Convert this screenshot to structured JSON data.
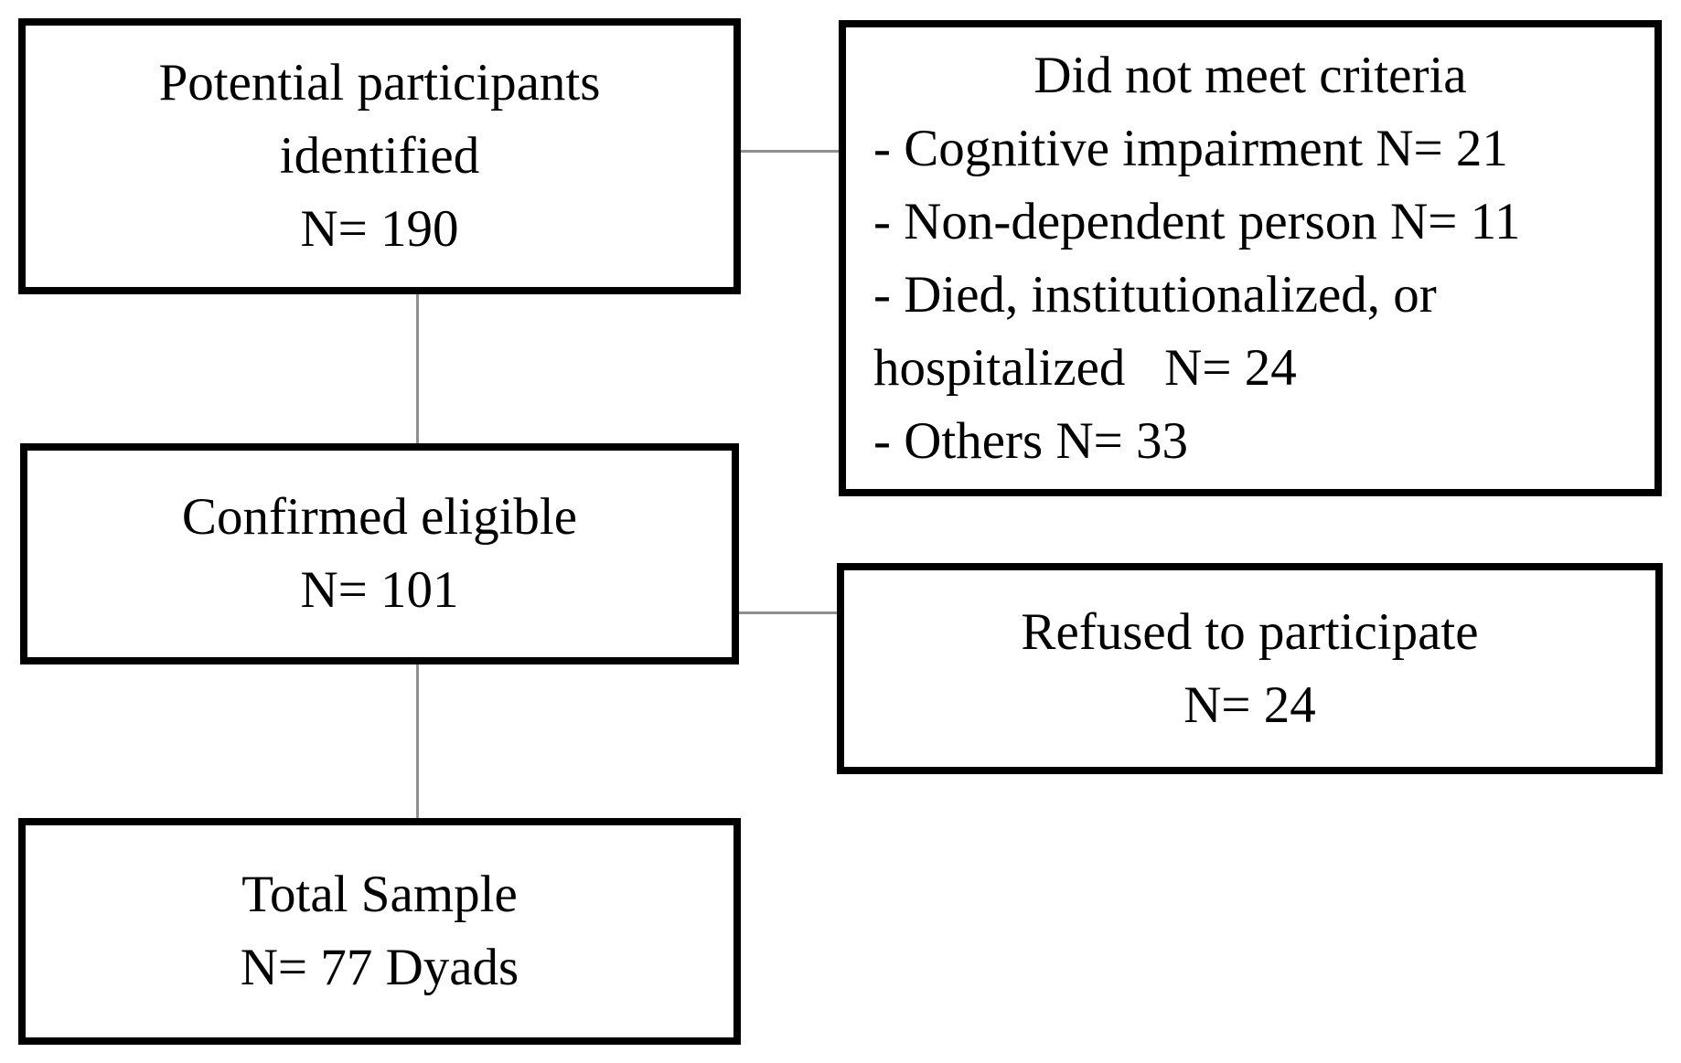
{
  "theme": {
    "background": "#ffffff",
    "box_fill": "#ffffff",
    "box_border_color": "#000000",
    "connector_color": "#8f8f8f",
    "text_color": "#000000"
  },
  "boxes": {
    "potential": {
      "lines": [
        "Potential participants",
        "identified",
        "N= 190"
      ]
    },
    "criteria": {
      "title": "Did not meet criteria",
      "items": [
        "- Cognitive impairment N= 21",
        "- Non-dependent person N= 11",
        "- Died, institutionalized, or",
        "hospitalized   N= 24",
        "- Others N= 33"
      ]
    },
    "eligible": {
      "lines": [
        "Confirmed eligible",
        "N= 101"
      ]
    },
    "refused": {
      "lines": [
        "Refused to participate",
        "N= 24"
      ]
    },
    "total": {
      "lines": [
        "Total Sample",
        "N= 77 Dyads"
      ]
    }
  },
  "connectors": [
    {
      "from": "potential",
      "to": "criteria",
      "orientation": "horizontal"
    },
    {
      "from": "potential",
      "to": "eligible",
      "orientation": "vertical"
    },
    {
      "from": "eligible",
      "to": "refused",
      "orientation": "horizontal"
    },
    {
      "from": "eligible",
      "to": "total",
      "orientation": "vertical"
    }
  ]
}
